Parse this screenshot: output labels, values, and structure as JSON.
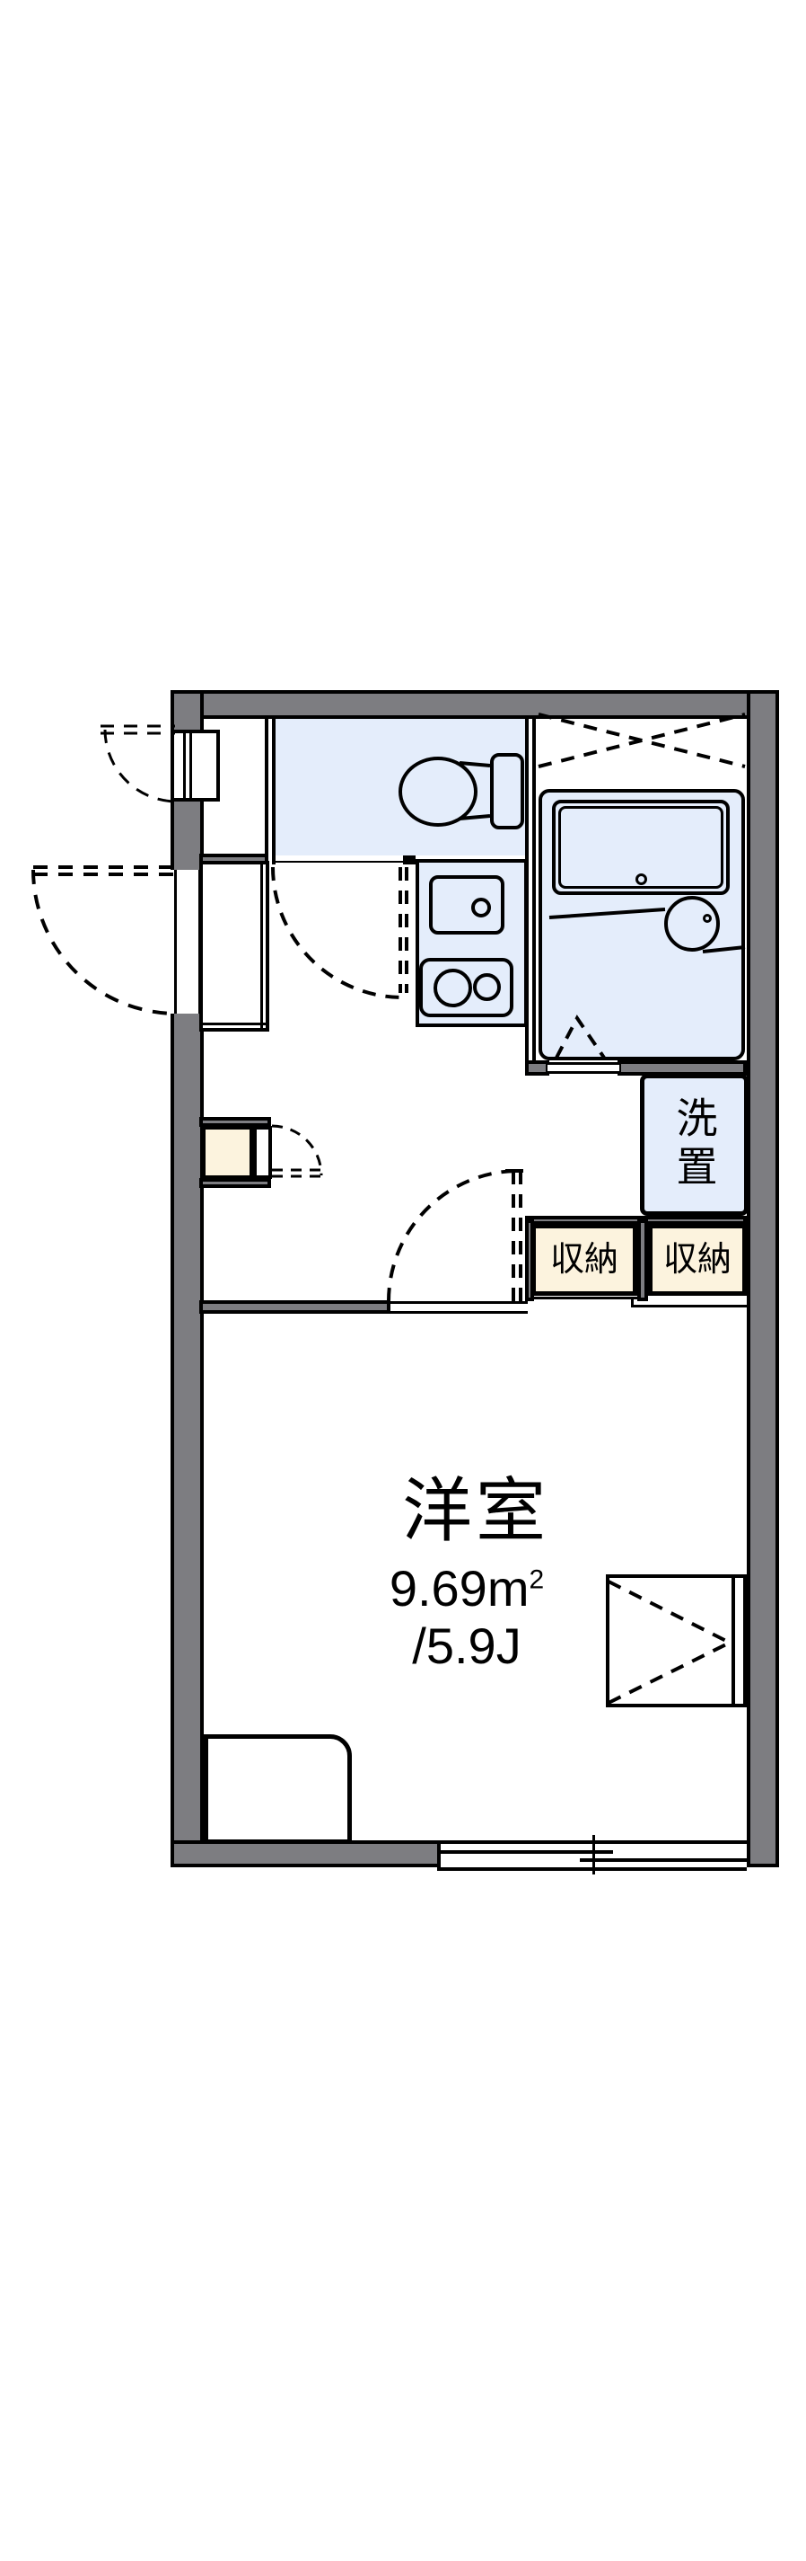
{
  "floorplan": {
    "room": {
      "name": "洋室",
      "area_value": "9.69m",
      "area_sup": "2",
      "tatami": "/5.9J"
    },
    "labels": {
      "washer": "洗置",
      "storage": "収納"
    },
    "colors": {
      "wall_gray": "#7d7d81",
      "wet_area_blue": "#e4edfb",
      "storage_cream": "#fcf3de",
      "line_black": "#000000",
      "background": "#ffffff"
    }
  }
}
